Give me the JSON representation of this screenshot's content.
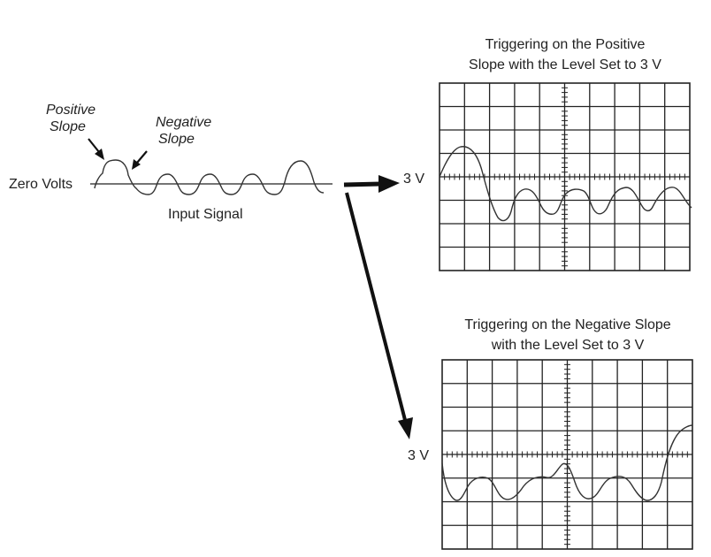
{
  "input_section": {
    "positive_slope_label": [
      "Positive",
      "Slope"
    ],
    "negative_slope_label": [
      "Negative",
      "Slope"
    ],
    "zero_volts_label": "Zero Volts",
    "input_signal_label": "Input Signal"
  },
  "scope_positive": {
    "title_lines": [
      "Triggering on the Positive",
      "Slope with the Level Set to 3 V"
    ],
    "level_label": "3 V"
  },
  "scope_negative": {
    "title_lines": [
      "Triggering on the Negative Slope",
      "with the Level Set to 3 V"
    ],
    "level_label": "3 V"
  },
  "colors": {
    "line": "#222222",
    "arrow": "#111111",
    "background": "#ffffff"
  }
}
